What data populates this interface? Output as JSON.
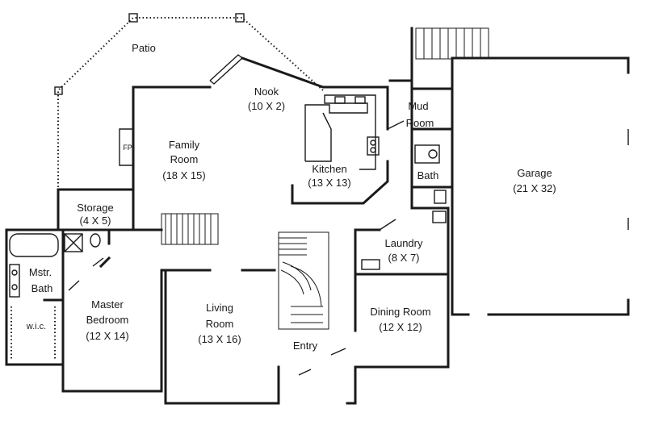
{
  "rooms": {
    "patio": {
      "name": "Patio"
    },
    "nook": {
      "name": "Nook",
      "size": "(10 X 2)"
    },
    "family": {
      "name_1": "Family",
      "name_2": "Room",
      "size": "(18 X 15)"
    },
    "kitchen": {
      "name": "Kitchen",
      "size": "(13 X 13)"
    },
    "mud": {
      "name_1": "Mud",
      "name_2": "Room"
    },
    "bath": {
      "name": "Bath"
    },
    "garage": {
      "name": "Garage",
      "size": "(21 X 32)"
    },
    "storage": {
      "name": "Storage",
      "size": "(4 X 5)"
    },
    "laundry": {
      "name": "Laundry",
      "size": "(8 X 7)"
    },
    "mstr_bath": {
      "name_1": "Mstr.",
      "name_2": "Bath"
    },
    "wic": {
      "name": "w.i.c."
    },
    "master": {
      "name_1": "Master",
      "name_2": "Bedroom",
      "size": "(12 X 14)"
    },
    "living": {
      "name_1": "Living",
      "name_2": "Room",
      "size": "(13 X 16)"
    },
    "entry": {
      "name": "Entry"
    },
    "dining": {
      "name": "Dining Room",
      "size": "(12 X 12)"
    }
  },
  "fixtures": {
    "fireplace": "FP"
  }
}
